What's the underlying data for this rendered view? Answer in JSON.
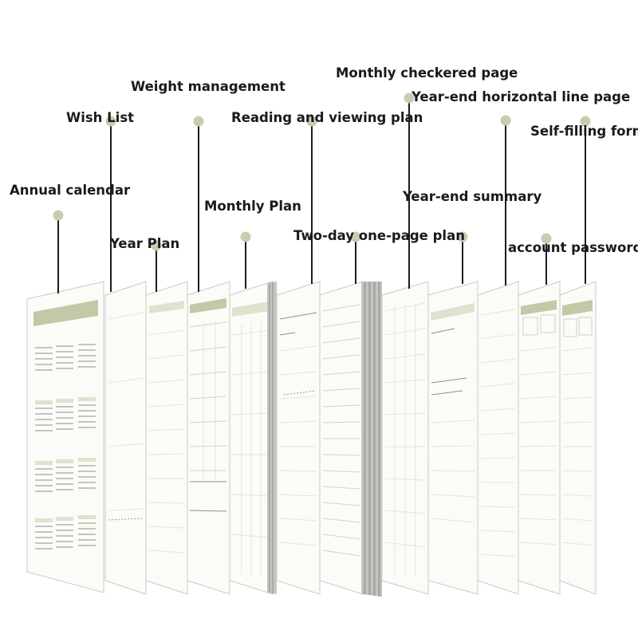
{
  "labels": {
    "annual_calendar": "Annual calendar",
    "wish_list": "Wish List",
    "year_plan": "Year Plan",
    "weight_management": "Weight management",
    "monthly_plan": "Monthly Plan",
    "reading_viewing_plan": "Reading and viewing plan",
    "two_day_plan": "Two-day one-page plan",
    "monthly_checkered": "Monthly checkered page",
    "year_end_horizontal": "Year-end horizontal line page",
    "year_end_summary": "Year-end summary",
    "self_filling_form": "Self-filling form",
    "account_password": "account password"
  },
  "colors": {
    "header_band": "#c3c8a6",
    "pin": "#c8cdb0",
    "leader_line": "#1c1c1c",
    "label_text": "#1a1a1a"
  }
}
